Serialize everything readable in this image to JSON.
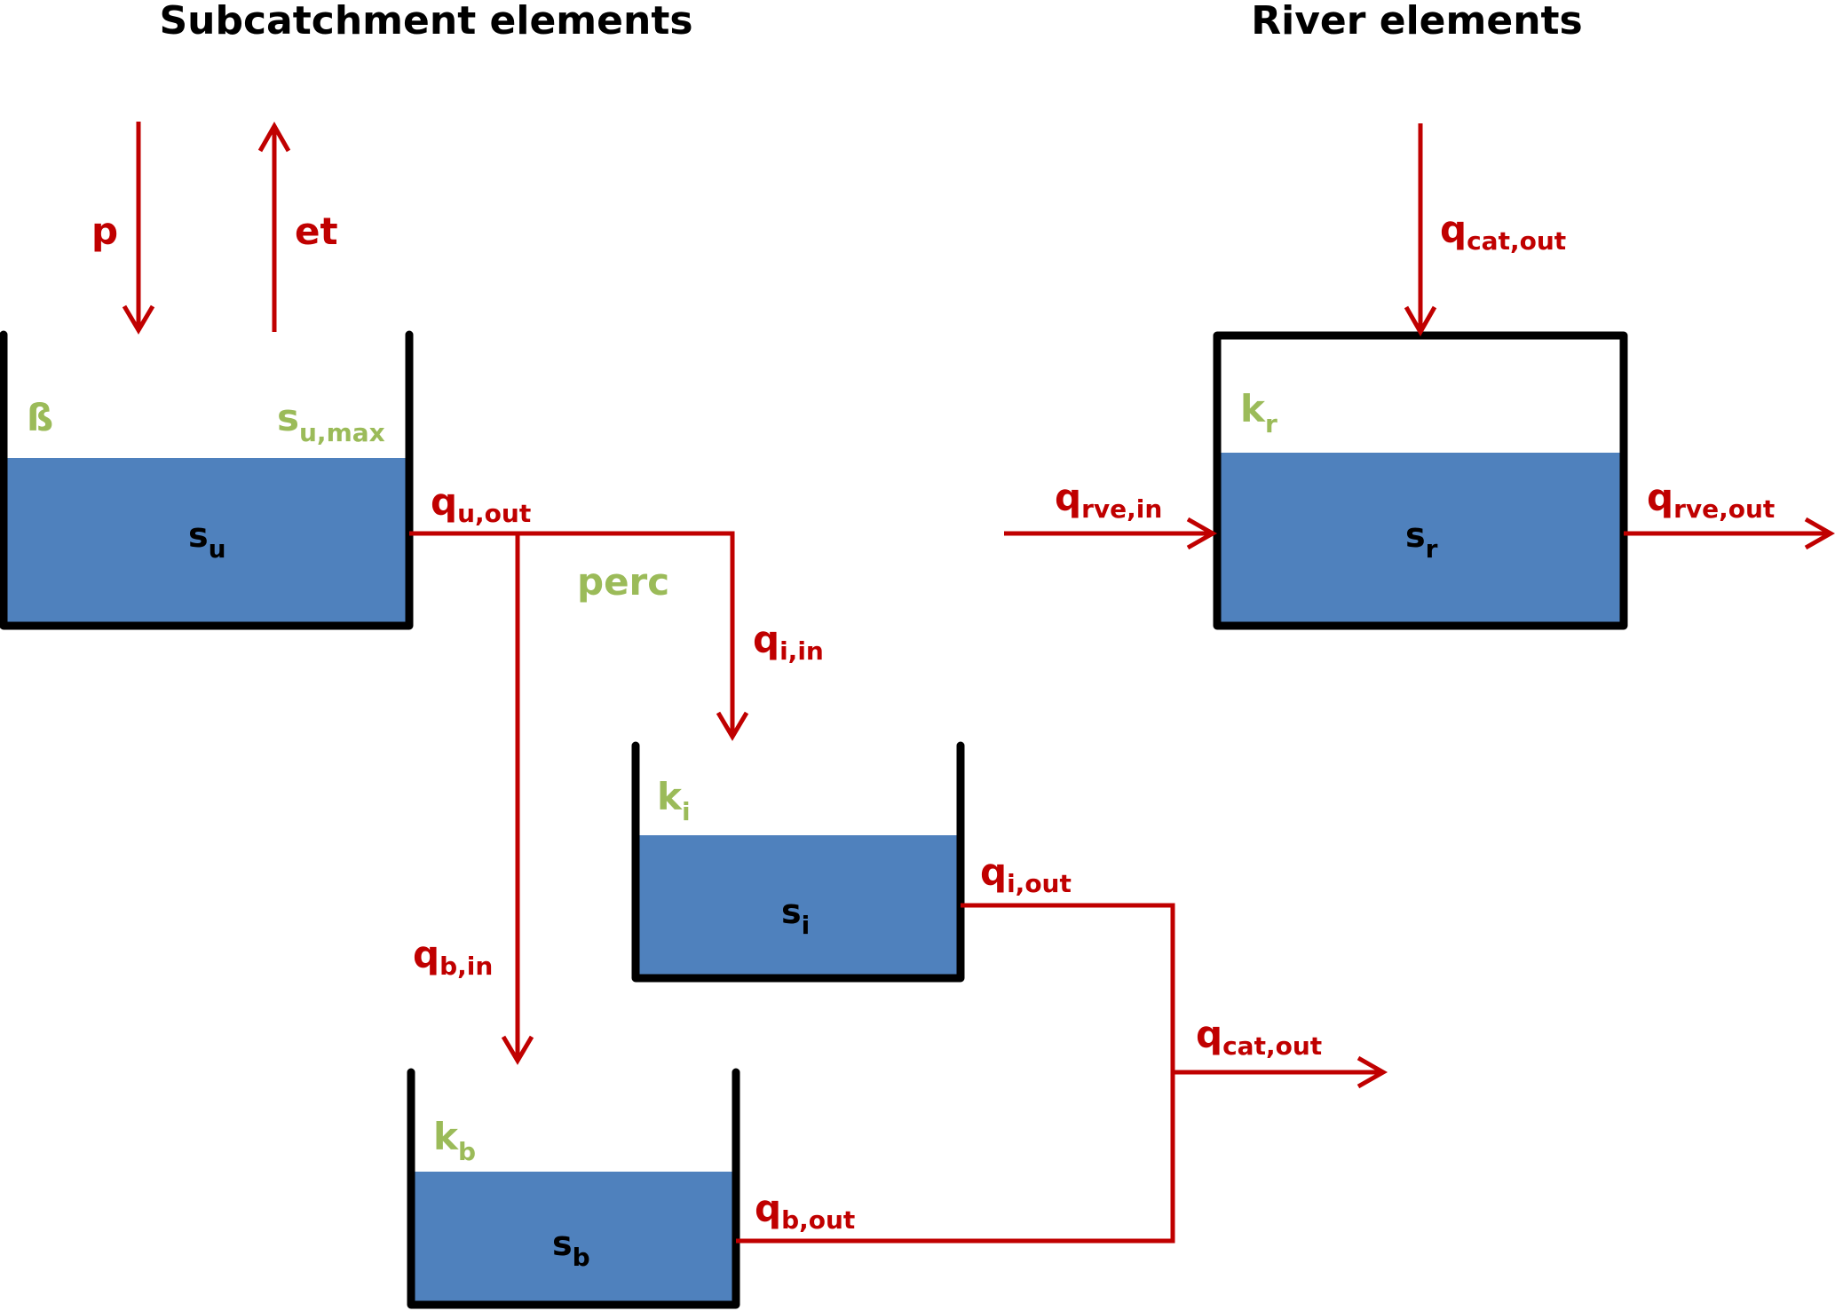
{
  "titles": {
    "subcatchment": "Subcatchment elements",
    "river": "River elements"
  },
  "colors": {
    "flux": "#C00000",
    "parameter": "#9BBB59",
    "water": "#4F81BD",
    "wall": "#000000"
  },
  "fluxes": {
    "p": "p",
    "et": "et",
    "qu_out": {
      "base": "q",
      "sub": "u,out"
    },
    "qi_in": {
      "base": "q",
      "sub": "i,in"
    },
    "qb_in": {
      "base": "q",
      "sub": "b,in"
    },
    "qi_out": {
      "base": "q",
      "sub": "i,out"
    },
    "qb_out": {
      "base": "q",
      "sub": "b,out"
    },
    "qcat_out": {
      "base": "q",
      "sub": "cat,out"
    },
    "qcat_out_river": {
      "base": "q",
      "sub": "cat,out"
    },
    "qrve_in": {
      "base": "q",
      "sub": "rve,in"
    },
    "qrve_out": {
      "base": "q",
      "sub": "rve,out"
    }
  },
  "parameters": {
    "beta": "ß",
    "su_max": {
      "base": "s",
      "sub": "u,max"
    },
    "perc": "perc",
    "ki": {
      "base": "k",
      "sub": "i"
    },
    "kb": {
      "base": "k",
      "sub": "b"
    },
    "kr": {
      "base": "k",
      "sub": "r"
    }
  },
  "stores": {
    "su": {
      "base": "s",
      "sub": "u"
    },
    "si": {
      "base": "s",
      "sub": "i"
    },
    "sb": {
      "base": "s",
      "sub": "b"
    },
    "sr": {
      "base": "s",
      "sub": "r"
    }
  }
}
